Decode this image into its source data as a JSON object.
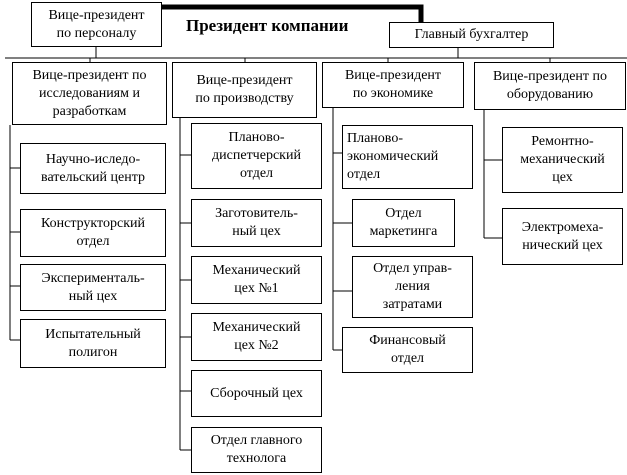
{
  "president": "Президент компании",
  "chief_accountant": "Главный бухгалтер",
  "vp_personnel": "Вице-президент\nпо персоналу",
  "columns": [
    {
      "head": "Вице-президент по\nисследованиям и\nразработкам",
      "items": [
        "Научно-иследо-\nвательский центр",
        "Конструкторский\nотдел",
        "Эксперименталь-\nный цех",
        "Испытательный\nполигон"
      ]
    },
    {
      "head": "Вице-президент\nпо производству",
      "items": [
        "Планово-\nдиспетчерский\nотдел",
        "Заготовитель-\nный цех",
        "Механический\nцех №1",
        "Механический\nцех №2",
        "Сборочный цех",
        "Отдел главного\nтехнолога"
      ]
    },
    {
      "head": "Вице-президент\nпо экономике",
      "items": [
        "Планово-\nэкономический\nотдел",
        "Отдел\nмаркетинга",
        "Отдел управ-\nления\nзатратами",
        "Финансовый\nотдел"
      ]
    },
    {
      "head": "Вице-президент по\nоборудованию",
      "items": [
        "Ремонтно-\nмеханический\nцех",
        "Электромеха-\nнический цех"
      ]
    }
  ]
}
